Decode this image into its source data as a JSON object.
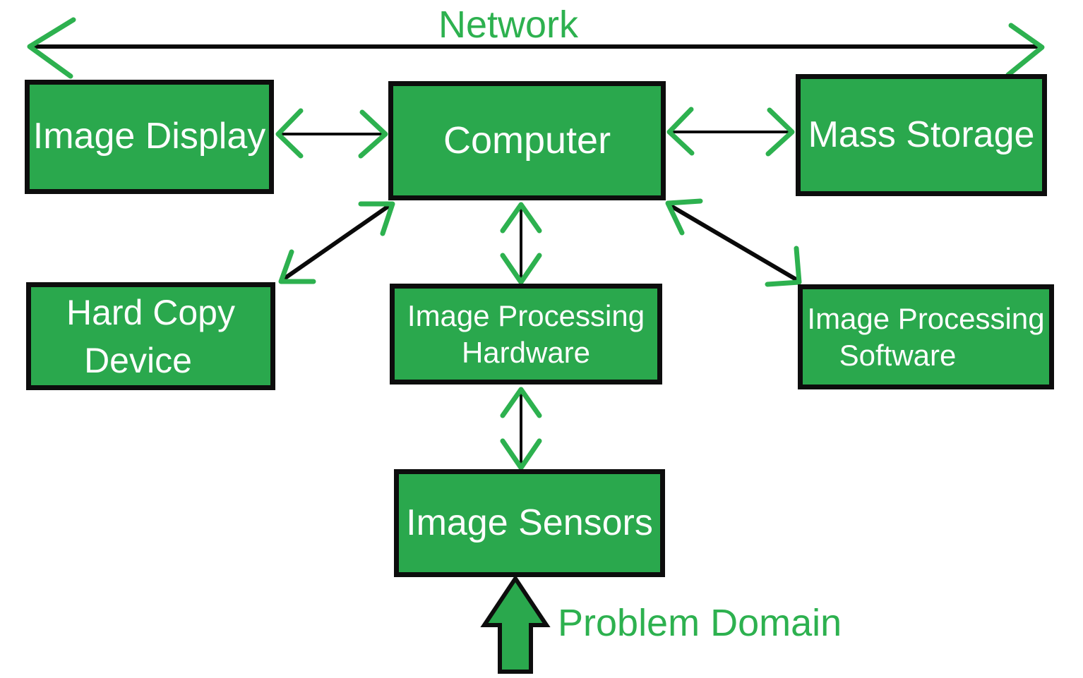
{
  "diagram": {
    "network_label": "Network",
    "problem_domain_label": "Problem Domain",
    "colors": {
      "box_fill": "#2aa84d",
      "box_border": "#0d0d0d",
      "connector_line": "#0a0a0a",
      "accent_green": "#2db14f",
      "box_text": "#ffffff",
      "background": "#ffffff"
    },
    "nodes": [
      {
        "id": "image-display",
        "lines": [
          "Image Display"
        ]
      },
      {
        "id": "computer",
        "lines": [
          "Computer"
        ]
      },
      {
        "id": "mass-storage",
        "lines": [
          "Mass Storage"
        ]
      },
      {
        "id": "hard-copy-device",
        "lines": [
          "Hard Copy",
          "Device"
        ]
      },
      {
        "id": "image-processing-hardware",
        "lines": [
          "Image Processing",
          "Hardware"
        ]
      },
      {
        "id": "image-processing-software",
        "lines": [
          "Image Processing",
          "Software"
        ]
      },
      {
        "id": "image-sensors",
        "lines": [
          "Image Sensors"
        ]
      }
    ],
    "edges": [
      {
        "label": "Network",
        "type": "double-headed-span-arrow"
      },
      {
        "from": "Image Display",
        "to": "Computer",
        "type": "double-arrow"
      },
      {
        "from": "Computer",
        "to": "Mass Storage",
        "type": "double-arrow"
      },
      {
        "from": "Computer",
        "to": "Hard Copy Device",
        "type": "double-arrow"
      },
      {
        "from": "Computer",
        "to": "Image Processing Hardware",
        "type": "double-arrow"
      },
      {
        "from": "Computer",
        "to": "Image Processing Software",
        "type": "double-arrow"
      },
      {
        "from": "Image Processing Hardware",
        "to": "Image Sensors",
        "type": "double-arrow"
      },
      {
        "from": "Problem Domain",
        "to": "Image Sensors",
        "type": "block-arrow"
      }
    ]
  }
}
